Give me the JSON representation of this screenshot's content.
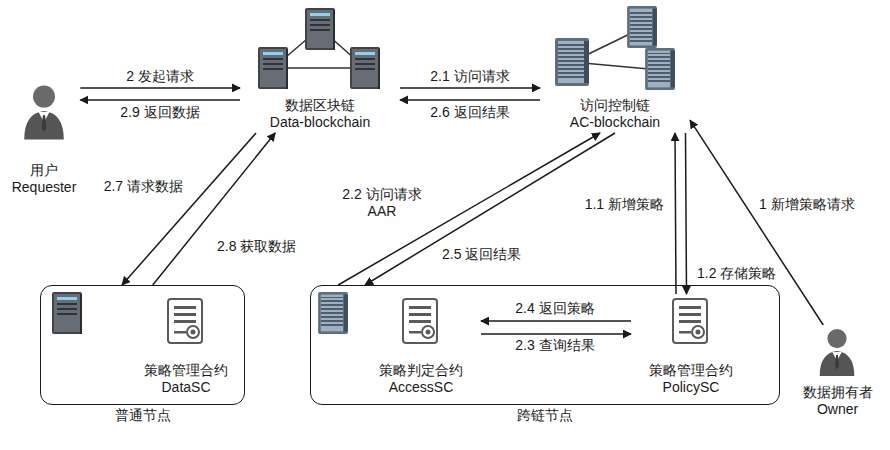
{
  "diagram": {
    "nodes": [
      {
        "text": [
          "用户",
          "Requester"
        ]
      },
      {
        "text": [
          "数据区块链",
          "Data-blockchain"
        ]
      },
      {
        "text": [
          "访问控制链",
          "AC-blockchain"
        ]
      },
      {
        "text": [
          "普通节点"
        ]
      },
      {
        "text": [
          "策略管理合约",
          "DataSC"
        ],
        "in": 3
      },
      {
        "text": [
          "跨链节点"
        ]
      },
      {
        "text": [
          "策略判定合约",
          "AccessSC"
        ],
        "in": 5
      },
      {
        "text": [
          "策略管理合约",
          "PolicySC"
        ],
        "in": 5
      },
      {
        "text": [
          "数据拥有者",
          "Owner"
        ]
      }
    ],
    "edges": [
      {
        "from": 0,
        "to": 1,
        "label": "2 发起请求",
        "arrow": "to"
      },
      {
        "from": 1,
        "to": 0,
        "label": "2.9 返回数据",
        "arrow": "to"
      },
      {
        "from": 1,
        "to": 2,
        "label": "2.1 访问请求",
        "arrow": "to"
      },
      {
        "from": 2,
        "to": 1,
        "label": "2.6 返回结果",
        "arrow": "to"
      },
      {
        "from": 1,
        "to": 3,
        "label": "2.7 请求数据",
        "arrow": "to"
      },
      {
        "from": 3,
        "to": 1,
        "label": "2.8 获取数据",
        "arrow": "to"
      },
      {
        "from": 5,
        "to": 2,
        "label": "2.2 访问请求 AAR",
        "arrow": "to"
      },
      {
        "from": 2,
        "to": 5,
        "label": "2.5 返回结果",
        "arrow": "to"
      },
      {
        "from": 7,
        "to": 2,
        "label": "1.1 新增策略",
        "arrow": "to"
      },
      {
        "from": 2,
        "to": 7,
        "label": "1.2 存储策略",
        "arrow": "to"
      },
      {
        "from": 8,
        "to": 2,
        "label": "1 新增策略请求",
        "arrow": "to"
      },
      {
        "from": 7,
        "to": 6,
        "label": "2.4 返回策略",
        "arrow": "to"
      },
      {
        "from": 6,
        "to": 7,
        "label": "2.3 查询结果",
        "arrow": "to"
      }
    ]
  }
}
